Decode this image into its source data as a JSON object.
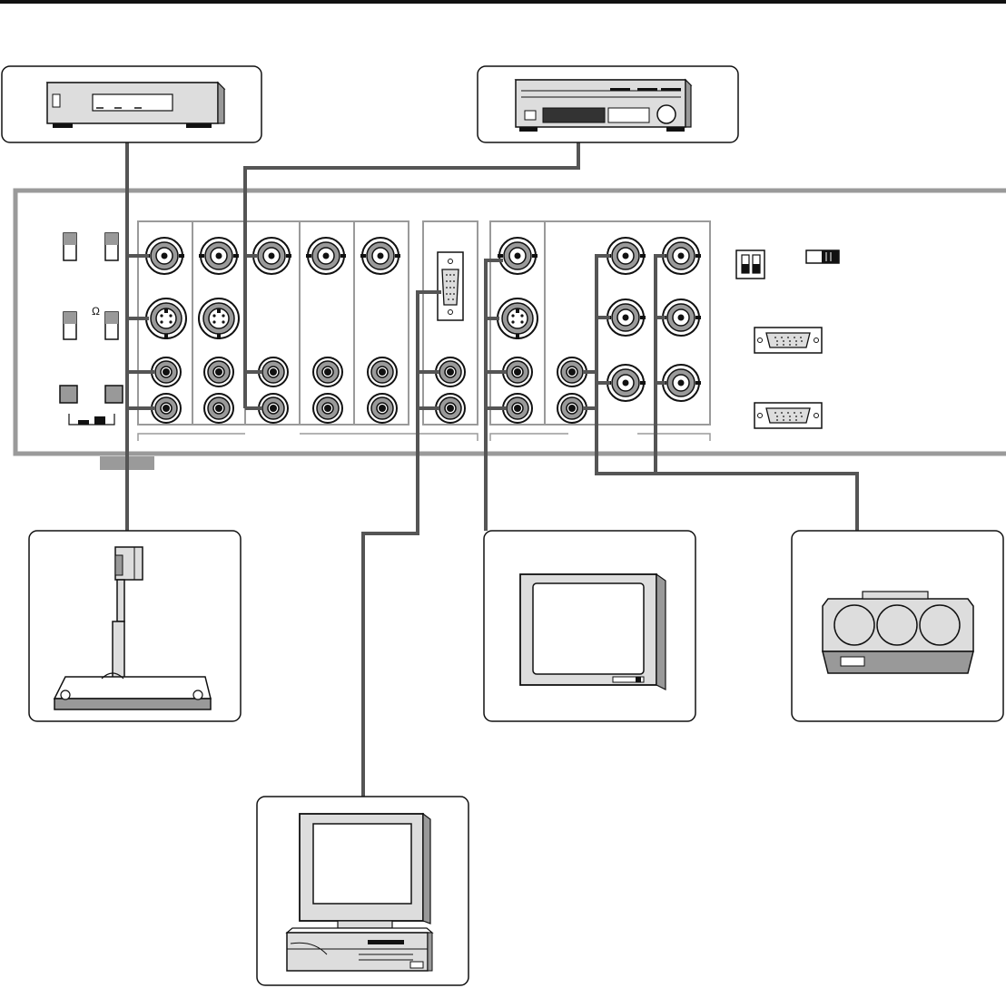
{
  "panel": {
    "ohm_symbol": "Ω",
    "color": "#9a9a9a",
    "cable_color": "#555555"
  },
  "devices": [
    {
      "id": "vcr",
      "icon": "vcr-icon"
    },
    {
      "id": "av-receiver",
      "icon": "receiver-icon"
    },
    {
      "id": "document-camera",
      "icon": "document-camera-icon"
    },
    {
      "id": "monitor",
      "icon": "crt-monitor-icon"
    },
    {
      "id": "projector",
      "icon": "crt-projector-icon"
    },
    {
      "id": "computer",
      "icon": "desktop-computer-icon"
    }
  ]
}
